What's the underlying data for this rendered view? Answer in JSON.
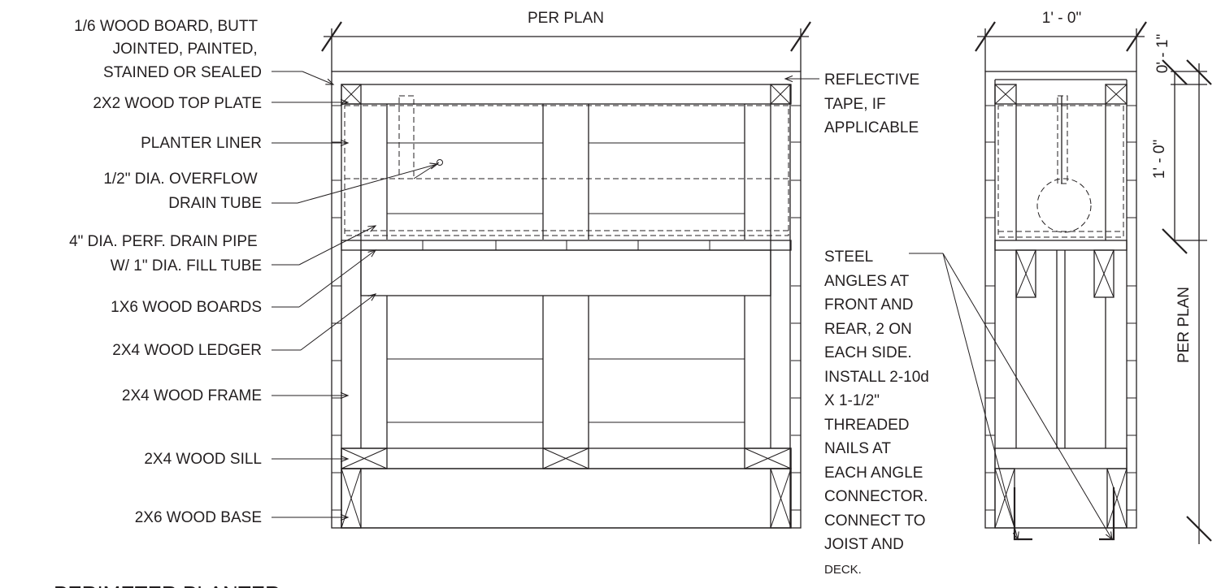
{
  "drawing": {
    "title": "PERIMETER PLANTER",
    "dimensions": {
      "front_width": "PER PLAN",
      "side_width": "1' - 0\"",
      "top_rim": "0' - 1\"",
      "planter_depth": "1' - 0\"",
      "overall_height": "PER PLAN"
    },
    "left_labels": [
      [
        "1/6 WOOD BOARD, BUTT",
        "JOINTED, PAINTED,",
        "STAINED OR SEALED"
      ],
      [
        "2X2 WOOD TOP PLATE"
      ],
      [
        "PLANTER LINER"
      ],
      [
        "1/2\" DIA. OVERFLOW",
        "DRAIN TUBE"
      ],
      [
        "4\" DIA. PERF. DRAIN PIPE",
        "W/ 1\" DIA. FILL TUBE"
      ],
      [
        "1X6 WOOD BOARDS"
      ],
      [
        "2X4 WOOD LEDGER"
      ],
      [
        "2X4 WOOD FRAME"
      ],
      [
        "2X4 WOOD SILL"
      ],
      [
        "2X6 WOOD BASE"
      ]
    ],
    "reflective_note": [
      "REFLECTIVE",
      "TAPE, IF",
      "APPLICABLE"
    ],
    "steel_note": [
      "STEEL",
      "ANGLES AT",
      "FRONT AND",
      "REAR, 2 ON",
      "EACH SIDE.",
      "INSTALL 2-10d",
      "X 1-1/2\"",
      "THREADED",
      "NAILS AT",
      "EACH ANGLE",
      "CONNECTOR.",
      "CONNECT TO",
      "JOIST AND",
      "DECK."
    ]
  }
}
